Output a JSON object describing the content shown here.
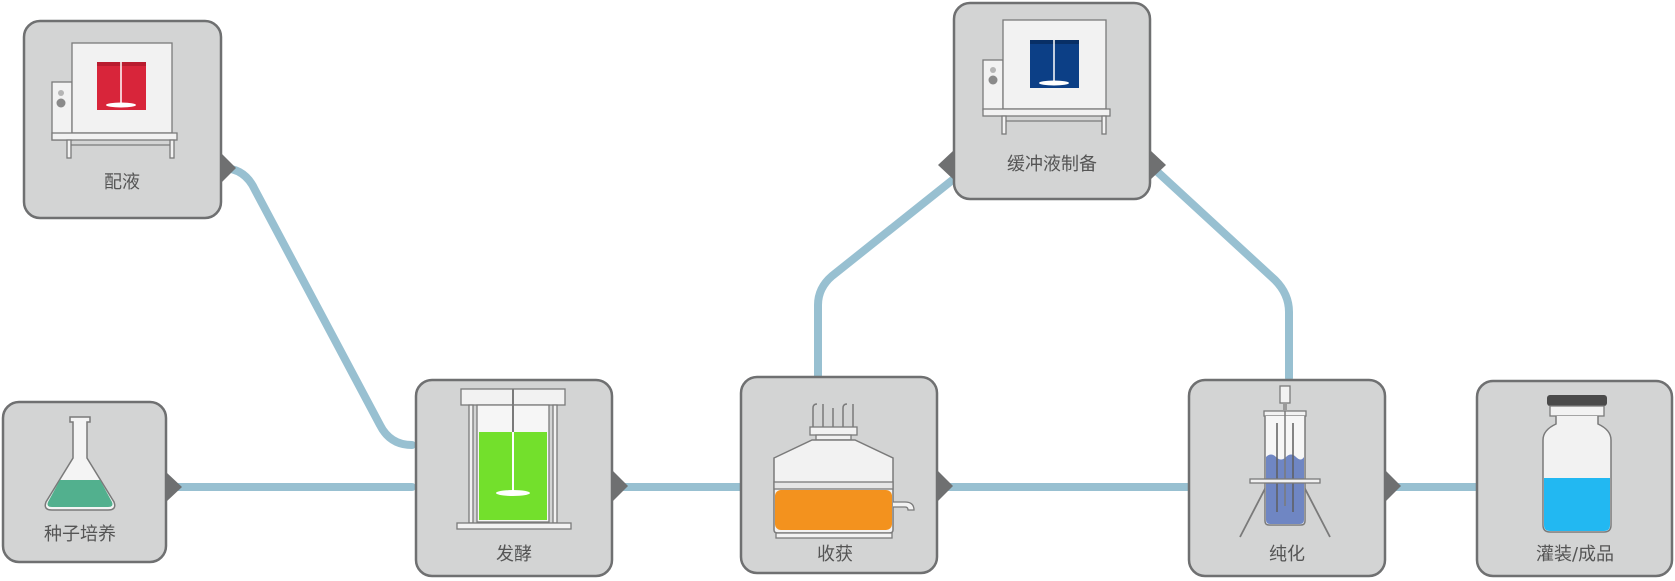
{
  "colors": {
    "pipe": "#98c0d1",
    "box_fill": "#d3d4d4",
    "box_stroke": "#6f7071",
    "port": "#6f7071",
    "media_red": "#d8253a",
    "buffer_blue": "#0c3f86",
    "seed_green": "#52b08e",
    "ferment_green": "#73e02c",
    "harvest_orange": "#f3921e",
    "purify_blue": "#6f86c3",
    "fill_blue": "#22b8f2"
  },
  "nodes": {
    "media_prep": {
      "label": "配液",
      "icon": "media-mixer-icon"
    },
    "buffer_prep": {
      "label": "缓冲液制备",
      "icon": "buffer-mixer-icon"
    },
    "seed_culture": {
      "label": "种子培养",
      "icon": "flask-icon"
    },
    "fermentation": {
      "label": "发酵",
      "icon": "fermenter-icon"
    },
    "harvest": {
      "label": "收获",
      "icon": "harvest-tank-icon"
    },
    "purification": {
      "label": "纯化",
      "icon": "purification-column-icon"
    },
    "fill_finish": {
      "label": "灌装/成品",
      "icon": "vial-icon"
    }
  }
}
